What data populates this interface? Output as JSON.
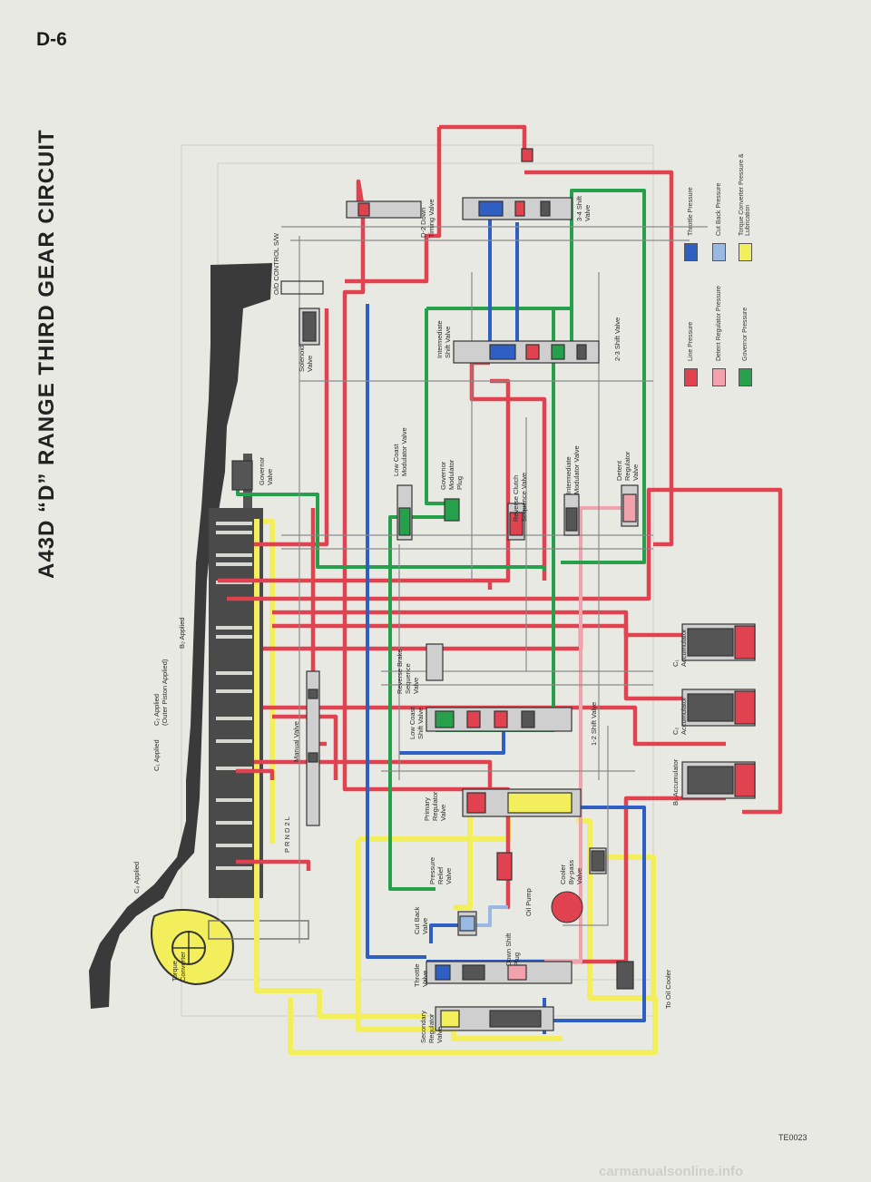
{
  "page_number": "D-6",
  "title": "A43D “D” RANGE THIRD GEAR CIRCUIT",
  "figure_code": "TE0023",
  "watermark": "carmanualsonline.info",
  "colors": {
    "line": "#e0424f",
    "detent": "#f1a2ad",
    "governor": "#26a04a",
    "throttle": "#2f5fc3",
    "cutback": "#9ab9e2",
    "converter": "#f2ee5c",
    "housing": "#3a3a3a"
  },
  "labels": {
    "torque_converter": [
      "Torque",
      "Converter"
    ],
    "c0_applied": "C₀ Applied",
    "c1_applied": "C₁ Applied",
    "c2_applied": [
      "C₂ Applied",
      "(Outer Piston Applied)"
    ],
    "b2_applied": "B₂ Applied",
    "governor_valve": [
      "Governor",
      "Valve"
    ],
    "od_control": "O/D CONTROL S/W",
    "solenoid_valve": [
      "Solenoid",
      "Valve"
    ],
    "manual_valve": "Manual Valve",
    "prnd": [
      "P R N D 2 L"
    ],
    "secondary_regulator": [
      "Secondary",
      "Regulator",
      "Valve"
    ],
    "throttle_valve": [
      "Throttle",
      "Valve"
    ],
    "cut_back_valve": [
      "Cut Back",
      "Valve"
    ],
    "pressure_relief": [
      "Pressure",
      "Relief",
      "Valve"
    ],
    "primary_regulator": [
      "Primary",
      "Regulator",
      "Valve"
    ],
    "low_coast_shift": [
      "Low Coast",
      "Shift Valve"
    ],
    "reverse_brake_seq": [
      "Reverse Brake",
      "Sequence",
      "Valve"
    ],
    "low_coast_modulator": [
      "Low Coast",
      "Modulator Valve"
    ],
    "governor_modulator": [
      "Governor",
      "Modulator",
      "Plug"
    ],
    "intermediate_shift": [
      "Intermediate",
      "Shift Valve"
    ],
    "d2_down_timing": [
      "D-2 Down",
      "Timing Valve"
    ],
    "down_shift_plug": [
      "Down Shift",
      "Plug"
    ],
    "oil_pump": "Oil Pump",
    "cooler_bypass": [
      "Cooler",
      "By-pass",
      "Valve"
    ],
    "shift_12": "1-2 Shift Valve",
    "reverse_clutch_seq": [
      "Reverse Clutch",
      "Sequence Valve"
    ],
    "intermediate_modulator": [
      "Intermediate",
      "Modulator Valve"
    ],
    "detent_regulator": [
      "Detent",
      "Regulator",
      "Valve"
    ],
    "shift_23": "2-3 Shift Valve",
    "shift_34": [
      "3-4 Shift",
      "Valve"
    ],
    "to_oil_cooler": "To Oil Cooler",
    "b2_accumulator": "B₂ Accumulator",
    "c2_accumulator": [
      "C₂",
      "Accumulator"
    ],
    "c1_accumulator": [
      "C₁",
      "Accumulator"
    ]
  },
  "legend": [
    {
      "label": "Line Pressure",
      "color": "#e0424f"
    },
    {
      "label": "Throttle Pressure",
      "color": "#2f5fc3"
    },
    {
      "label": "Detent Regulator Pressure",
      "color": "#f1a2ad"
    },
    {
      "label": "Cut Back Pressure",
      "color": "#9ab9e2"
    },
    {
      "label": "Governor Pressure",
      "color": "#26a04a"
    },
    {
      "label": "Torque Converter Pressure &",
      "label2": "Lubrication",
      "color": "#f2ee5c"
    }
  ]
}
